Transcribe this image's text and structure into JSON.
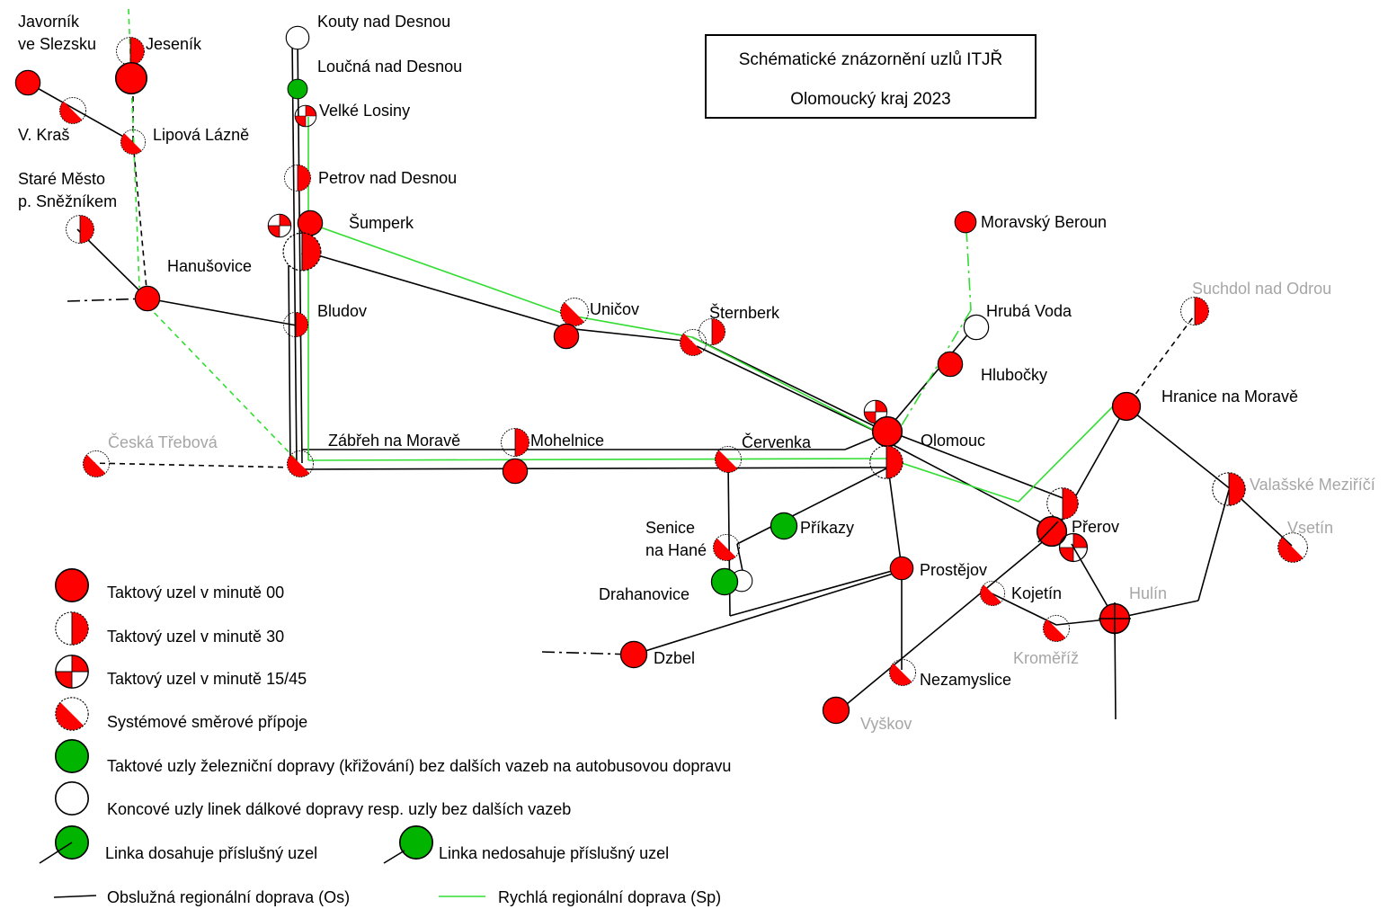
{
  "title": {
    "line1": "Schématické znázornění uzlů ITJŘ",
    "line2": "Olomoucký kraj 2023"
  },
  "colors": {
    "red": "#ff0000",
    "green": "#00b400",
    "fast_line": "#33dd33",
    "grey_text": "#a6a6a6",
    "line": "#000000"
  },
  "nodes": [
    {
      "id": "javornik",
      "name": "Javorník\nve Slezsku",
      "type": "full"
    },
    {
      "id": "jesenik",
      "name": "Jeseník",
      "type": "full+half"
    },
    {
      "id": "v-kras",
      "name": "V. Kraš",
      "type": "directional"
    },
    {
      "id": "lipova-lazne",
      "name": "Lipová Lázně",
      "type": "directional"
    },
    {
      "id": "stare-mesto",
      "name": "Staré Město\np. Sněžníkem",
      "type": "half"
    },
    {
      "id": "hanusovice",
      "name": "Hanušovice",
      "type": "full"
    },
    {
      "id": "kouty",
      "name": "Kouty nad Desnou",
      "type": "terminal"
    },
    {
      "id": "loucna",
      "name": "Loučná nad Desnou",
      "type": "rail"
    },
    {
      "id": "velke-losiny",
      "name": "Velké Losiny",
      "type": "quarter"
    },
    {
      "id": "petrov",
      "name": "Petrov nad Desnou",
      "type": "half"
    },
    {
      "id": "sumperk",
      "name": "Šumperk",
      "type": "full+half+quarter"
    },
    {
      "id": "bludov",
      "name": "Bludov",
      "type": "half"
    },
    {
      "id": "ceska-trebova",
      "name": "Česká Třebová",
      "type": "directional",
      "outside": true
    },
    {
      "id": "zabreh",
      "name": "Zábřeh na Moravě",
      "type": "directional"
    },
    {
      "id": "mohelnice",
      "name": "Mohelnice",
      "type": "full+half"
    },
    {
      "id": "unicov",
      "name": "Uničov",
      "type": "full+directional"
    },
    {
      "id": "sternberk",
      "name": "Šternberk",
      "type": "half+directional"
    },
    {
      "id": "cervenka",
      "name": "Červenka",
      "type": "directional"
    },
    {
      "id": "moravsky-beroun",
      "name": "Moravský Beroun",
      "type": "full"
    },
    {
      "id": "hruba-voda",
      "name": "Hrubá Voda",
      "type": "terminal"
    },
    {
      "id": "hlubocky",
      "name": "Hlubočky",
      "type": "full"
    },
    {
      "id": "olomouc",
      "name": "Olomouc",
      "type": "full+half+quarter"
    },
    {
      "id": "suchdol",
      "name": "Suchdol nad Odrou",
      "type": "half",
      "outside": true
    },
    {
      "id": "hranice",
      "name": "Hranice na Moravě",
      "type": "full"
    },
    {
      "id": "valasske-mezirici",
      "name": "Valašské Meziříčí",
      "type": "half",
      "outside": true
    },
    {
      "id": "vsetin",
      "name": "Vsetín",
      "type": "directional",
      "outside": true
    },
    {
      "id": "senice",
      "name": "Senice\nna Hané",
      "type": "directional"
    },
    {
      "id": "prikazy",
      "name": "Příkazy",
      "type": "rail"
    },
    {
      "id": "drahanovice",
      "name": "Drahanovice",
      "type": "rail+terminal"
    },
    {
      "id": "prostejov",
      "name": "Prostějov",
      "type": "full"
    },
    {
      "id": "prerov",
      "name": "Přerov",
      "type": "full+half+quarter"
    },
    {
      "id": "kojetin",
      "name": "Kojetín",
      "type": "directional"
    },
    {
      "id": "hulin",
      "name": "Hulín",
      "type": "full",
      "outside": true
    },
    {
      "id": "kromeriz",
      "name": "Kroměříž",
      "type": "directional",
      "outside": true
    },
    {
      "id": "dzbel",
      "name": "Dzbel",
      "type": "full"
    },
    {
      "id": "nezamyslice",
      "name": "Nezamyslice",
      "type": "directional"
    },
    {
      "id": "vyskov",
      "name": "Vyškov",
      "type": "full",
      "outside": true
    }
  ],
  "legend": [
    {
      "icon": "full",
      "label": "Taktový uzel v minutě 00"
    },
    {
      "icon": "half",
      "label": "Taktový uzel v minutě 30"
    },
    {
      "icon": "quarter",
      "label": "Taktový uzel v minutě 15/45"
    },
    {
      "icon": "directional",
      "label": "Systémové směrové přípoje"
    },
    {
      "icon": "rail",
      "label": "Taktové uzly železniční dopravy (křižování) bez dalších vazeb na autobusovou dopravu"
    },
    {
      "icon": "terminal",
      "label": "Koncové uzly linek dálkové dopravy resp. uzly bez dalších vazeb"
    },
    {
      "icon": "line-reaches",
      "label": "Linka dosahuje příslušný uzel"
    },
    {
      "icon": "line-not-reaches",
      "label": "Linka nedosahuje příslušný uzel"
    },
    {
      "icon": "line-os",
      "label": "Obslužná regionální doprava (Os)"
    },
    {
      "icon": "line-sp",
      "label": "Rychlá regionální doprava (Sp)"
    }
  ]
}
